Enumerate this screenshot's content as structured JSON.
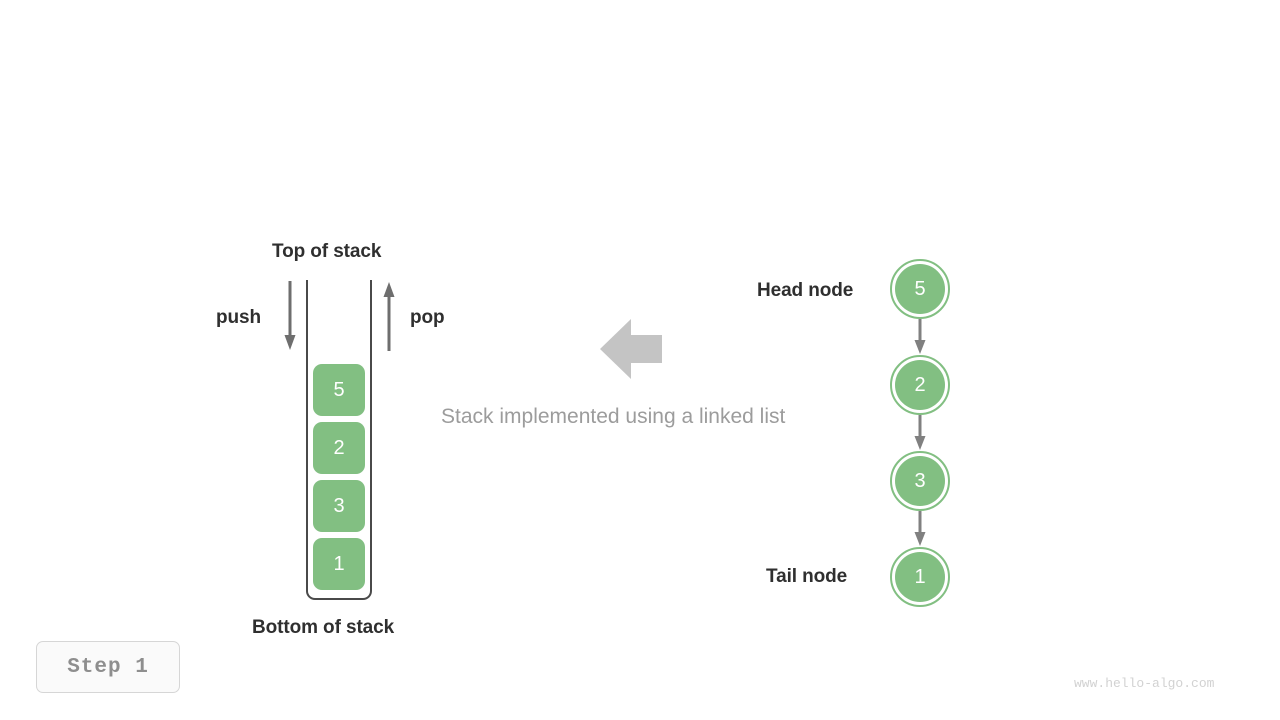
{
  "diagram": {
    "caption": "Stack implemented using a linked list",
    "transform_arrow_direction": "left"
  },
  "stack": {
    "top_label": "Top of stack",
    "bottom_label": "Bottom of stack",
    "push_label": "push",
    "pop_label": "pop",
    "items": [
      {
        "value": "5"
      },
      {
        "value": "2"
      },
      {
        "value": "3"
      },
      {
        "value": "1"
      }
    ]
  },
  "linked_list": {
    "head_label": "Head node",
    "tail_label": "Tail node",
    "nodes": [
      {
        "value": "5"
      },
      {
        "value": "2"
      },
      {
        "value": "3"
      },
      {
        "value": "1"
      }
    ]
  },
  "footer": {
    "step_label": "Step 1",
    "watermark": "www.hello-algo.com"
  },
  "colors": {
    "node_green": "#82bf82",
    "arrow_gray": "#6e6e6e",
    "block_arrow_gray": "#c4c4c4",
    "text_dark": "#2f2f2f",
    "text_muted": "#9c9c9c",
    "container_stroke": "#4a4a4a"
  }
}
